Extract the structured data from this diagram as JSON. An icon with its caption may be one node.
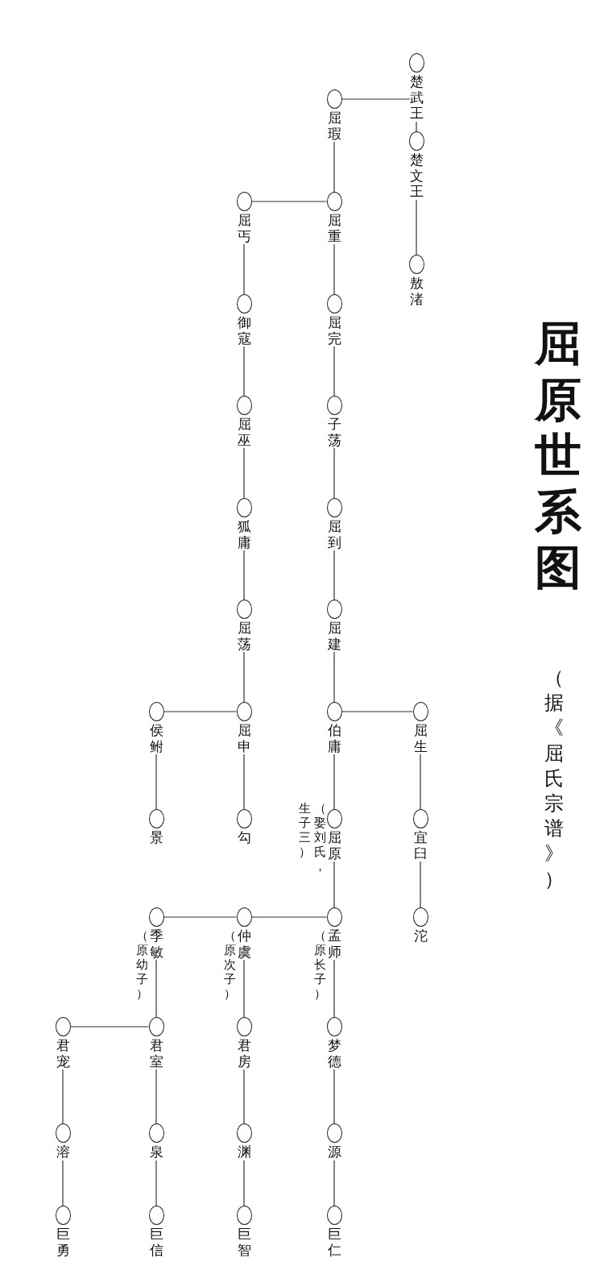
{
  "diagram": {
    "title": "屈原世系图",
    "caption": "（据《屈氏宗谱》）",
    "nodes": [
      {
        "text": [
          "楚武王"
        ]
      },
      {
        "text": [
          "屈瑕"
        ]
      },
      {
        "text": [
          "楚文王"
        ]
      },
      {
        "text": [
          "屈丐"
        ]
      },
      {
        "text": [
          "屈重"
        ]
      },
      {
        "text": [
          "敖渚"
        ]
      },
      {
        "text": [
          "御寇"
        ]
      },
      {
        "text": [
          "屈完"
        ]
      },
      {
        "text": [
          "屈巫"
        ]
      },
      {
        "text": [
          "子荡"
        ]
      },
      {
        "text": [
          "狐庸"
        ]
      },
      {
        "text": [
          "屈到"
        ]
      },
      {
        "text": [
          "屈荡"
        ]
      },
      {
        "text": [
          "屈建"
        ]
      },
      {
        "text": [
          "侯鲋"
        ]
      },
      {
        "text": [
          "屈申"
        ]
      },
      {
        "text": [
          "伯庸"
        ]
      },
      {
        "text": [
          "屈生"
        ]
      },
      {
        "text": [
          "景"
        ]
      },
      {
        "text": [
          "勾"
        ]
      },
      {
        "text": [
          "屈原"
        ],
        "beside": [
          "（娶刘氏，",
          "生子三）"
        ]
      },
      {
        "text": [
          "宜臼"
        ]
      },
      {
        "text": [
          "季敏"
        ],
        "beside": [
          "（原幼子）"
        ]
      },
      {
        "text": [
          "仲虞"
        ],
        "beside": [
          "（原次子）"
        ]
      },
      {
        "text": [
          "孟师"
        ],
        "beside": [
          "（原长子）"
        ]
      },
      {
        "text": [
          "沱"
        ]
      },
      {
        "text": [
          "君宠"
        ]
      },
      {
        "text": [
          "君室"
        ]
      },
      {
        "text": [
          "君房"
        ]
      },
      {
        "text": [
          "梦德"
        ]
      },
      {
        "text": [
          "溶"
        ]
      },
      {
        "text": [
          "泉"
        ]
      },
      {
        "text": [
          "渊"
        ]
      },
      {
        "text": [
          "源"
        ]
      },
      {
        "text": [
          "巨勇"
        ]
      },
      {
        "text": [
          "巨信"
        ]
      },
      {
        "text": [
          "巨智"
        ]
      },
      {
        "text": [
          "巨仁"
        ]
      }
    ],
    "edges": [
      {
        "from": 0,
        "to": 2,
        "arrow": "none"
      },
      {
        "from": 0,
        "to": 1,
        "arrow": "none"
      },
      {
        "from": 1,
        "to": 4,
        "arrow": "none"
      },
      {
        "from": 4,
        "to": 3,
        "arrow": "none"
      },
      {
        "from": 2,
        "to": 5,
        "arrow": "none"
      },
      {
        "from": 3,
        "to": 6,
        "arrow": "none"
      },
      {
        "from": 4,
        "to": 7,
        "arrow": "none"
      },
      {
        "from": 6,
        "to": 8,
        "arrow": "none"
      },
      {
        "from": 7,
        "to": 9,
        "arrow": "none"
      },
      {
        "from": 8,
        "to": 10,
        "arrow": "none"
      },
      {
        "from": 9,
        "to": 11,
        "arrow": "none"
      },
      {
        "from": 10,
        "to": 12,
        "arrow": "none"
      },
      {
        "from": 11,
        "to": 13,
        "arrow": "none"
      },
      {
        "from": 12,
        "to": 15,
        "arrow": "none"
      },
      {
        "from": 13,
        "to": 16,
        "arrow": "none"
      },
      {
        "from": 15,
        "to": 14,
        "arrow": "none"
      },
      {
        "from": 16,
        "to": 17,
        "arrow": "none"
      },
      {
        "from": 14,
        "to": 18,
        "arrow": "none"
      },
      {
        "from": 15,
        "to": 19,
        "arrow": "none"
      },
      {
        "from": 16,
        "to": 20,
        "arrow": "none"
      },
      {
        "from": 17,
        "to": 21,
        "arrow": "none"
      },
      {
        "from": 20,
        "to": 24,
        "arrow": "none"
      },
      {
        "from": 21,
        "to": 25,
        "arrow": "none"
      },
      {
        "from": 24,
        "to": 23,
        "arrow": "none"
      },
      {
        "from": 23,
        "to": 22,
        "arrow": "none"
      },
      {
        "from": 22,
        "to": 27,
        "arrow": "none"
      },
      {
        "from": 23,
        "to": 28,
        "arrow": "none"
      },
      {
        "from": 24,
        "to": 29,
        "arrow": "none"
      },
      {
        "from": 27,
        "to": 26,
        "arrow": "none"
      },
      {
        "from": 26,
        "to": 30,
        "arrow": "none"
      },
      {
        "from": 27,
        "to": 31,
        "arrow": "none"
      },
      {
        "from": 28,
        "to": 32,
        "arrow": "none"
      },
      {
        "from": 29,
        "to": 33,
        "arrow": "none"
      },
      {
        "from": 30,
        "to": 34,
        "arrow": "none"
      },
      {
        "from": 31,
        "to": 35,
        "arrow": "none"
      },
      {
        "from": 32,
        "to": 36,
        "arrow": "none"
      },
      {
        "from": 33,
        "to": 37,
        "arrow": "none"
      }
    ]
  }
}
